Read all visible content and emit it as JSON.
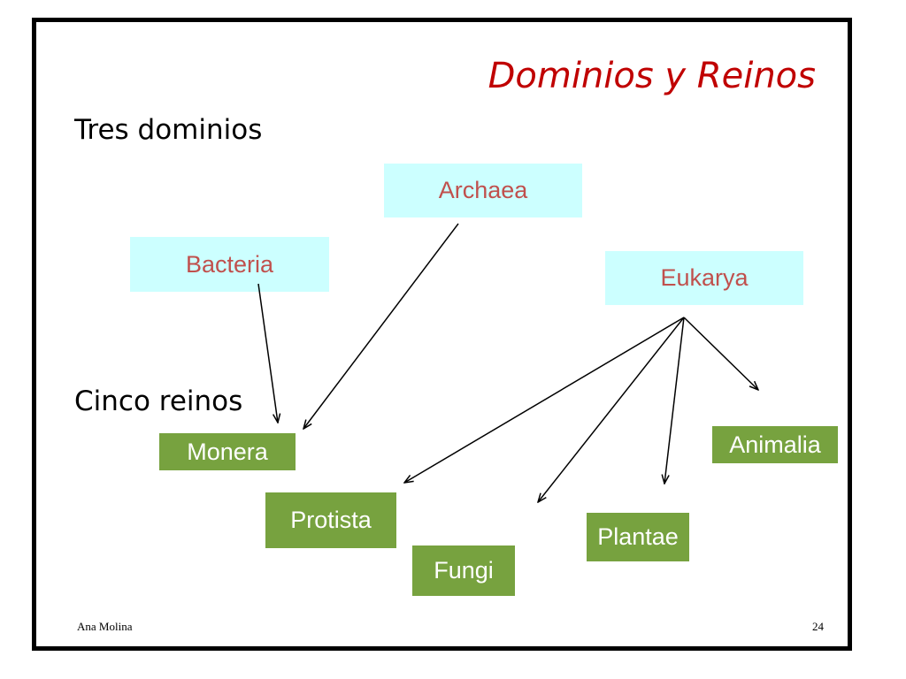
{
  "title": "Dominios y Reinos",
  "domains_heading": "Tres dominios",
  "kingdoms_heading": "Cinco reinos",
  "domains": {
    "bacteria": "Bacteria",
    "archaea": "Archaea",
    "eukarya": "Eukarya"
  },
  "kingdoms": {
    "monera": "Monera",
    "protista": "Protista",
    "fungi": "Fungi",
    "plantae": "Plantae",
    "animalia": "Animalia"
  },
  "footer": {
    "author": "Ana Molina",
    "page_number": "24"
  },
  "colors": {
    "title": "#c00000",
    "domain_box": "#ccffff",
    "domain_text": "#c0504d",
    "kingdom_box": "#77a23f",
    "kingdom_text": "#ffffff"
  }
}
